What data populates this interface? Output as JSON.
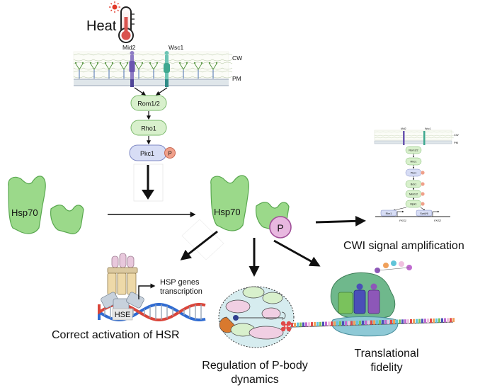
{
  "stimulus": {
    "label": "Heat"
  },
  "membrane": {
    "sensor_left": "Mid2",
    "sensor_right": "Wsc1",
    "cell_wall": "CW",
    "plasma_membrane": "PM"
  },
  "cascade": {
    "rom": "Rom1/2",
    "rho": "Rho1",
    "pkc": "Pkc1",
    "phospho": "P"
  },
  "chaperone": {
    "unmodified": "Hsp70",
    "modified": "Hsp70",
    "phospho": "P"
  },
  "outcomes": {
    "cwi": "CWI signal amplification",
    "hsr": "Correct activation of HSR",
    "hsp_transcription_1": "HSP genes",
    "hsp_transcription_2": "transcription",
    "hse": "HSE",
    "pbody_1": "Regulation of P-body",
    "pbody_2": "dynamics",
    "translation_1": "Translational",
    "translation_2": "fidelity"
  },
  "mini_cascade": {
    "cw": "CW",
    "pm": "PM",
    "left_sensor": "Mid2",
    "right_sensor": "Wsc1",
    "nodes": [
      "Rom1/2",
      "Rho1",
      "Pkc1",
      "Bck1",
      "Mkk1/2",
      "Mpk1"
    ],
    "tf_left": "Rlm1",
    "tf_right": "Swi4/6",
    "gene_left": "FKS1",
    "gene_right": "FKS2"
  },
  "colors": {
    "hsp70": "#9bd98a",
    "hsp70_stroke": "#5aa850",
    "cascade_fill": "#d8f0cc",
    "pkc_fill": "#d7ddf5",
    "phospho_fill": "#f0a08a",
    "hsp_phospho": "#e8b8e0"
  }
}
